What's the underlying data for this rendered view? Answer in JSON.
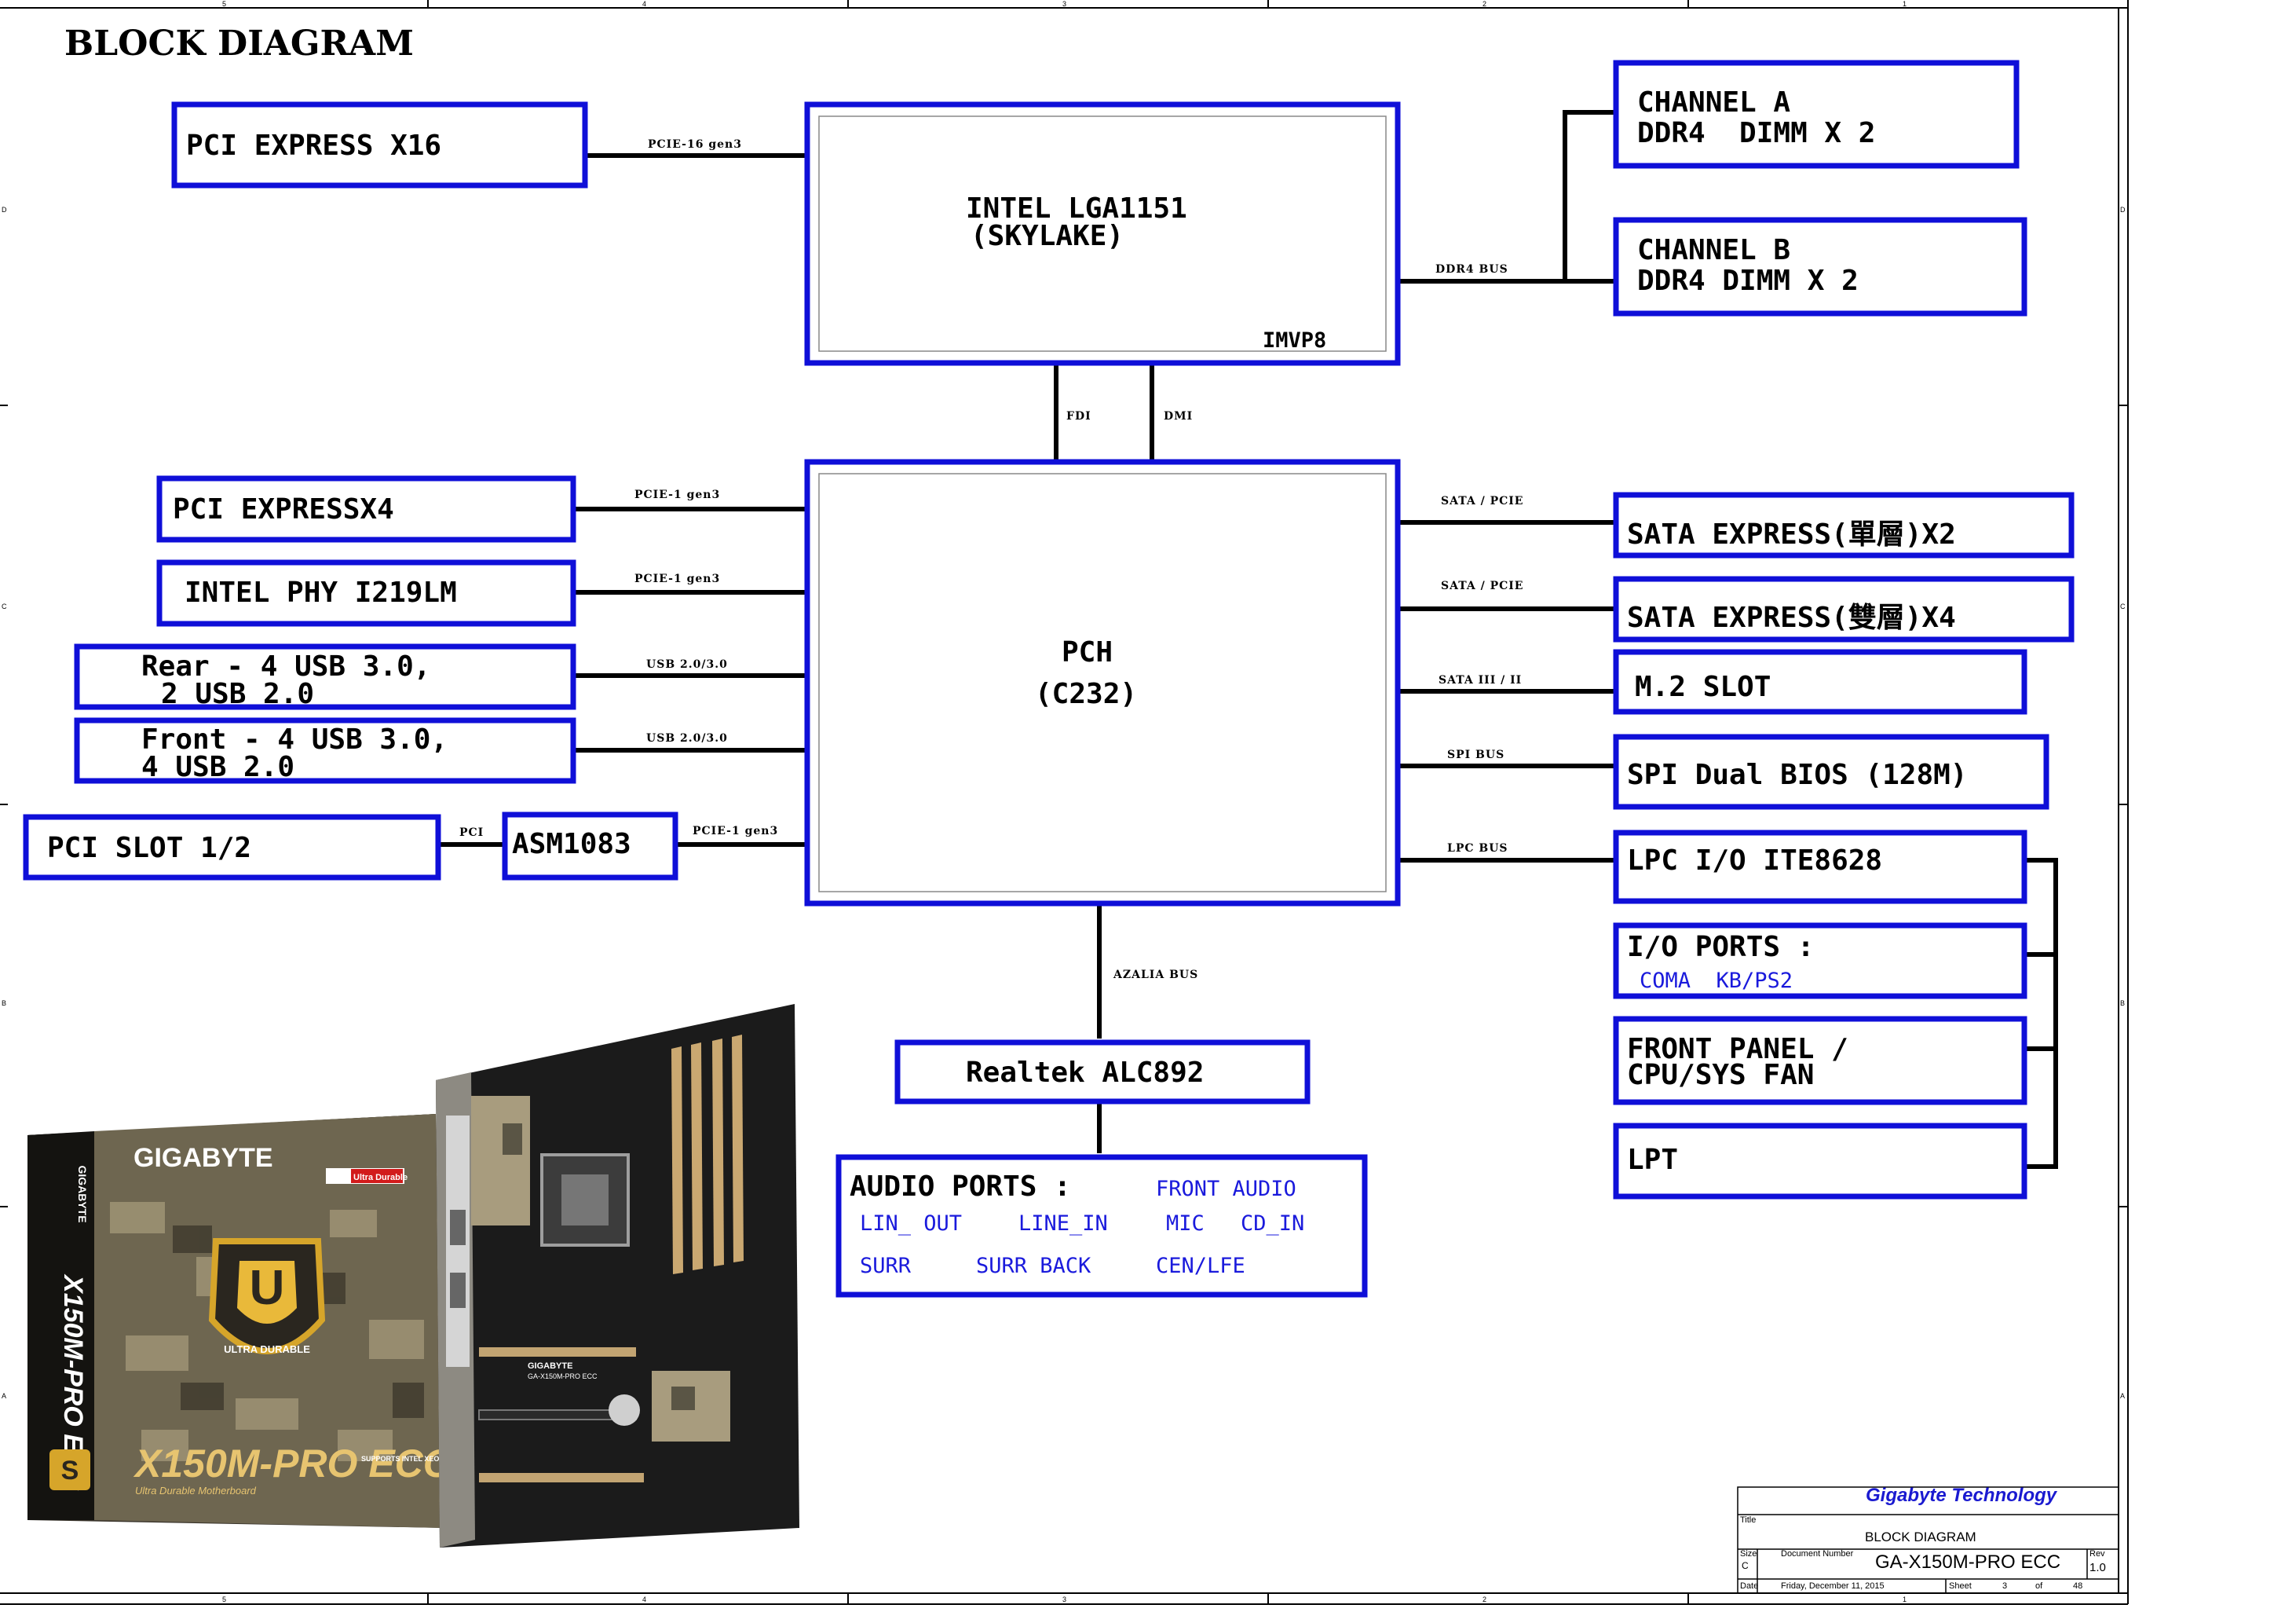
{
  "title": "BLOCK DIAGRAM",
  "colors": {
    "box": "#0f0fd8",
    "wire": "#000000",
    "sublabel": "#1a1adc",
    "company": "#1a1ad0"
  },
  "cpu": {
    "line1": "INTEL LGA1151",
    "line2": "(SKYLAKE)",
    "note": "IMVP8"
  },
  "pch": {
    "line1": "PCH",
    "line2": "(C232)"
  },
  "left": {
    "pcie16": {
      "label": "PCI EXPRESS X16",
      "bus": "PCIE-16 gen3"
    },
    "pcie4": {
      "label": "PCI EXPRESSX4",
      "bus": "PCIE-1 gen3"
    },
    "phy": {
      "label": "INTEL PHY I219LM",
      "bus": "PCIE-1 gen3"
    },
    "rear_usb": {
      "line1": "Rear - 4 USB 3.0,",
      "line2": "2 USB 2.0",
      "bus": "USB 2.0/3.0"
    },
    "front_usb": {
      "line1": "Front - 4 USB 3.0,",
      "line2": "4 USB 2.0",
      "bus": "USB 2.0/3.0"
    },
    "pci_slot": {
      "label": "PCI SLOT 1/2",
      "bus": "PCI"
    },
    "asm": {
      "label": "ASM1083",
      "bus": "PCIE-1 gen3"
    }
  },
  "right": {
    "chan_a": {
      "line1": "CHANNEL A",
      "line2": "DDR4  DIMM X 2"
    },
    "chan_b": {
      "line1": "CHANNEL B",
      "line2": "DDR4 DIMM X 2"
    },
    "ddr_bus": "DDR4 BUS",
    "sata1": {
      "label": "SATA EXPRESS(單層)X2",
      "bus": "SATA / PCIE"
    },
    "sata2": {
      "label": "SATA EXPRESS(雙層)X4",
      "bus": "SATA / PCIE"
    },
    "m2": {
      "label": "M.2 SLOT",
      "bus": "SATA III / II"
    },
    "spi": {
      "label": "SPI Dual BIOS (128M)",
      "bus": "SPI BUS"
    },
    "lpc": {
      "label": "LPC I/O ITE8628",
      "bus": "LPC BUS"
    },
    "io": {
      "label": "I/O PORTS :",
      "sub": "COMA  KB/PS2"
    },
    "fp": {
      "line1": "FRONT PANEL /",
      "line2": "CPU/SYS FAN"
    },
    "lpt": {
      "label": "LPT"
    }
  },
  "links": {
    "fdi": "FDI",
    "dmi": "DMI",
    "azalia": "AZALIA BUS"
  },
  "audio": {
    "codec": "Realtek ALC892",
    "ports_label": "AUDIO PORTS :",
    "front_audio": "FRONT AUDIO",
    "lin_out": "LIN_ OUT",
    "line_in": "LINE_IN",
    "mic": "MIC",
    "cd_in": "CD_IN",
    "surr": "SURR",
    "surr_back": "SURR BACK",
    "cen_lfe": "CEN/LFE"
  },
  "product": {
    "brand": "GIGABYTE",
    "model": "X150M-PRO ECC",
    "shield": "ULTRA DURABLE",
    "series": "Ultra Durable Motherboard",
    "badge": "Ultra Durable",
    "xeon": "SUPPORTS INTEL XEON PROCESSORS",
    "board_model": "GA-X150M-PRO ECC"
  },
  "title_block": {
    "company": "Gigabyte Technology",
    "title_label": "Title",
    "title": "BLOCK DIAGRAM",
    "size_label": "Size",
    "size": "C",
    "docnum_label": "Document Number",
    "docnum": "GA-X150M-PRO ECC",
    "rev_label": "Rev",
    "rev": "1.0",
    "date_label": "Date",
    "date": "Friday, December 11, 2015",
    "sheet_label": "Sheet",
    "sheet": "3",
    "of_label": "of",
    "total": "48"
  },
  "border": {
    "top": [
      "5",
      "4",
      "3",
      "2",
      "1"
    ],
    "bottom": [
      "5",
      "4",
      "3",
      "2",
      "1"
    ],
    "left": [
      "D",
      "C",
      "B",
      "A"
    ],
    "right": [
      "D",
      "C",
      "B",
      "A"
    ]
  }
}
